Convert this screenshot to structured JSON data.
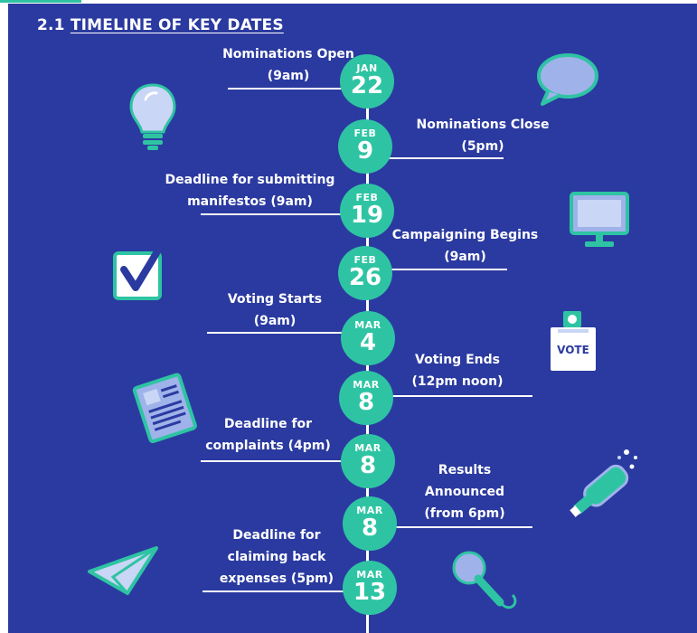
{
  "title": {
    "number": "2.1",
    "text": "TIMELINE OF KEY DATES"
  },
  "events": [
    {
      "month": "JAN",
      "day": "22",
      "line1": "Nominations Open",
      "line2": "(9am)",
      "line3": ""
    },
    {
      "month": "FEB",
      "day": "9",
      "line1": "Nominations Close",
      "line2": "(5pm)",
      "line3": ""
    },
    {
      "month": "FEB",
      "day": "19",
      "line1": "Deadline for submitting",
      "line2": "manifestos (9am)",
      "line3": ""
    },
    {
      "month": "FEB",
      "day": "26",
      "line1": "Campaigning Begins",
      "line2": "(9am)",
      "line3": ""
    },
    {
      "month": "MAR",
      "day": "4",
      "line1": "Voting Starts",
      "line2": "(9am)",
      "line3": ""
    },
    {
      "month": "MAR",
      "day": "8",
      "line1": "Voting Ends",
      "line2": "(12pm noon)",
      "line3": ""
    },
    {
      "month": "MAR",
      "day": "8",
      "line1": "Deadline for",
      "line2": "complaints (4pm)",
      "line3": ""
    },
    {
      "month": "MAR",
      "day": "8",
      "line1": "Results",
      "line2": "Announced",
      "line3": "(from 6pm)"
    },
    {
      "month": "MAR",
      "day": "13",
      "line1": "Deadline for",
      "line2": "claiming back",
      "line3": "expenses (5pm)"
    }
  ],
  "icons": {
    "vote_box_label": "VOTE",
    "names": [
      "lightbulb-icon",
      "speech-bubble-icon",
      "monitor-icon",
      "checkbox-icon",
      "ballot-box-icon",
      "newspaper-icon",
      "champagne-icon",
      "paper-plane-icon",
      "microphone-icon"
    ]
  },
  "colors": {
    "background": "#2b3aa0",
    "accent": "#2ec4a3",
    "text": "#ffffff",
    "icon_fill": "#c9d6f5"
  }
}
